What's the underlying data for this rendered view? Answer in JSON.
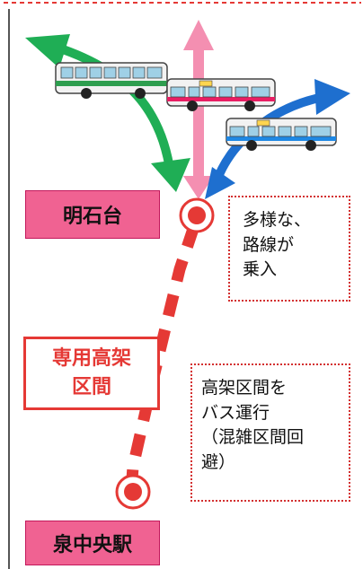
{
  "stations": {
    "top": "明石台",
    "bottom": "泉中央駅"
  },
  "elevated_section": {
    "line1": "専用高架",
    "line2": "区間"
  },
  "note_top": {
    "lines": [
      "多様な、",
      "路線が",
      "乗入"
    ]
  },
  "note_bottom": {
    "lines": [
      "高架区間を",
      "バス運行",
      "（混雑区間回",
      "避）"
    ]
  },
  "colors": {
    "route_red": "#e53935",
    "arrow_green": "#1fae55",
    "arrow_pink": "#f48fb1",
    "arrow_blue": "#1e6fcf",
    "label_pink": "#f06292",
    "bus_green_stripe": "#2e9e4f",
    "bus_pink_stripe": "#e91e63",
    "bus_blue_stripe": "#1e88e5"
  },
  "icons": [
    "bus-green-icon",
    "bus-pink-icon",
    "bus-blue-icon",
    "station-marker-icon"
  ]
}
